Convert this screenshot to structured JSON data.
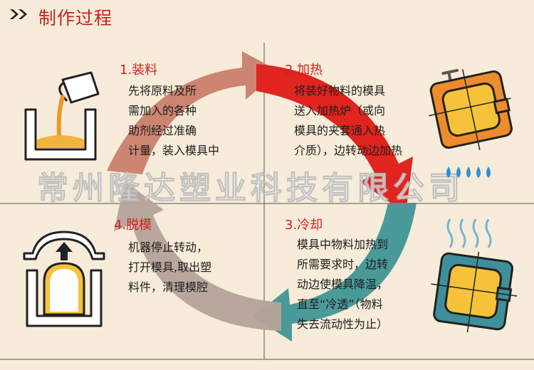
{
  "header": {
    "title": "制作过程"
  },
  "steps": [
    {
      "title": "1.装料",
      "lines": [
        "先将原料及所",
        "需加入的各种",
        "助剂经过准确",
        "计量，装入模具中"
      ]
    },
    {
      "title": "2.加热",
      "lines": [
        "将装好物料的模具",
        "送入加热炉（或向",
        "模具的夹套通入热",
        "介质），边转动边加热"
      ]
    },
    {
      "title": "3.冷却",
      "lines": [
        "模具中物料加热到",
        "所需要求时，边转",
        "动边使模具降温，",
        "直至“冷透”（物料",
        "失去流动性为止）"
      ]
    },
    {
      "title": "4.脱模",
      "lines": [
        "机器停止转动，",
        "打开模具,取出塑",
        "料件，清理模腔"
      ]
    }
  ],
  "watermark": "常州隆达塑业科技有限公司",
  "colors": {
    "title_red": "#cc1f1f",
    "arrow_top_left": "#c8806b",
    "arrow_top_right": "#e0241f",
    "arrow_bottom_right": "#4a9a9a",
    "arrow_bottom_left": "#b5a39a",
    "mold_orange": "#e89a2a",
    "mold_yellow": "#f5c23a",
    "mold_teal": "#3e8f9a",
    "water_blue": "#2f8fd6"
  },
  "icons": [
    "double-chevron-icon",
    "beaker-pour-icon",
    "heated-mold-icon",
    "water-drops-icon",
    "cooling-mold-icon",
    "demold-icon"
  ]
}
